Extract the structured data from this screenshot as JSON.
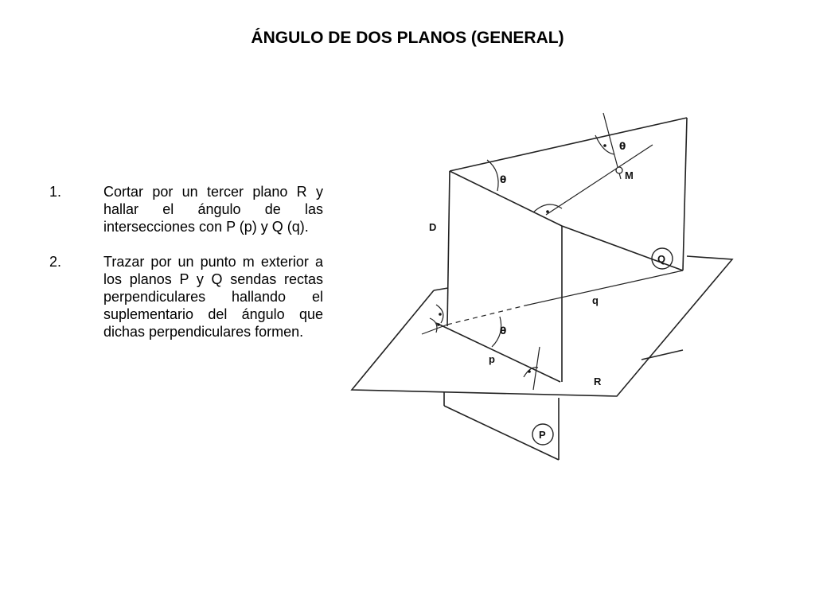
{
  "title": "ÁNGULO DE DOS PLANOS (GENERAL)",
  "steps": [
    {
      "number": "1.",
      "text": "Cortar por un tercer plano R y hallar el ángulo de las intersecciones con P (p) y Q (q)."
    },
    {
      "number": "2.",
      "text": "Trazar por un punto m exterior a los planos P y Q sendas rectas perpendiculares hallando el suplementario del ángulo que dichas perpendiculares formen."
    }
  ],
  "diagram": {
    "labels": {
      "D": "D",
      "M": "M",
      "q": "q",
      "p": "p",
      "R": "R",
      "Q": "Q",
      "P": "P",
      "theta": "θ"
    }
  }
}
